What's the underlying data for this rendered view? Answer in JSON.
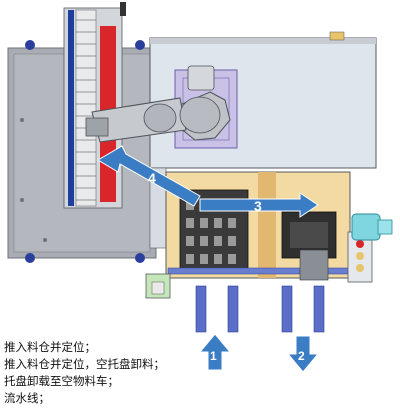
{
  "arrows": [
    {
      "id": "1",
      "label": "1",
      "direction": "up"
    },
    {
      "id": "2",
      "label": "2",
      "direction": "down"
    },
    {
      "id": "3",
      "label": "3",
      "direction": "right"
    },
    {
      "id": "4",
      "label": "4",
      "direction": "up-left"
    }
  ],
  "legend": [
    "推入料仓并定位；",
    "推入料仓并定位，空托盘卸料；",
    "托盘卸载至空物料车；",
    "流水线；"
  ],
  "colors": {
    "frame": "#a9adb3",
    "cabinet": "#dfe5ec",
    "purple_base": "#c9c2e6",
    "robot": "#bfc3c8",
    "chain_red": "#d8262b",
    "rail_blue": "#1e3f9c",
    "tray_bay": "#f3d9a2",
    "dark_tray": "#333333",
    "pallet_rail": "#6a7ed0",
    "arrow_blue": "#3b7dc4",
    "connector_cyan": "#7fd6e0"
  }
}
